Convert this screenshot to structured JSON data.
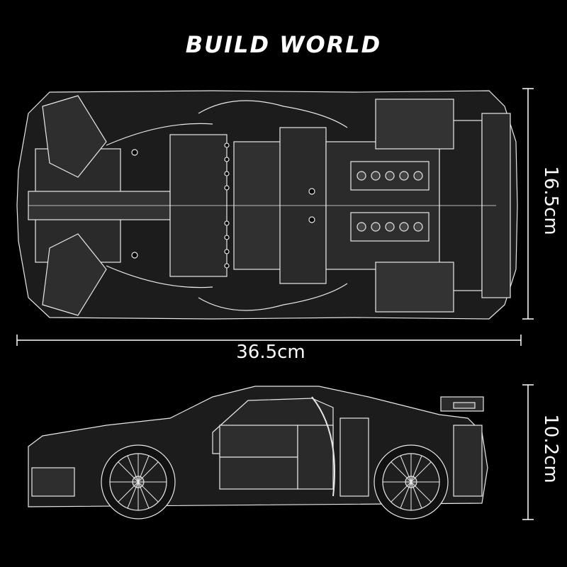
{
  "brand": {
    "title": "BUILD WORLD"
  },
  "dimensions": {
    "length": "36.5cm",
    "depth": "16.5cm",
    "height": "10.2cm"
  },
  "colors": {
    "background": "#000000",
    "line": "#ffffff",
    "fill": "#2a2a2a"
  }
}
